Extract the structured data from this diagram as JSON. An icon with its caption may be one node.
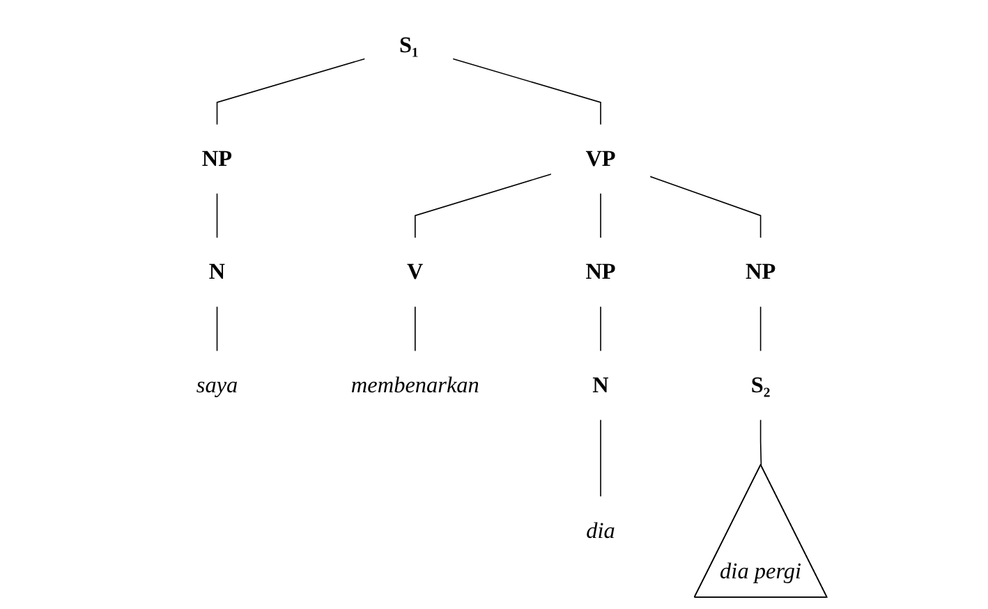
{
  "diagram": {
    "nodes": [
      {
        "text": [
          "S₁"
        ]
      },
      {
        "text": [
          "NP"
        ]
      },
      {
        "text": [
          "VP"
        ]
      },
      {
        "text": [
          "N"
        ]
      },
      {
        "text": [
          "V"
        ]
      },
      {
        "text": [
          "NP"
        ]
      },
      {
        "text": [
          "NP"
        ]
      },
      {
        "text": [
          "saya"
        ]
      },
      {
        "text": [
          "membenarkan"
        ]
      },
      {
        "text": [
          "N"
        ]
      },
      {
        "text": [
          "S₂"
        ]
      },
      {
        "text": [
          "dia"
        ]
      },
      {
        "text": [
          "dia pergi"
        ]
      }
    ],
    "edges": [
      {
        "from": 0,
        "to": 1,
        "arrow": "none"
      },
      {
        "from": 0,
        "to": 2,
        "arrow": "none"
      },
      {
        "from": 1,
        "to": 3,
        "arrow": "none"
      },
      {
        "from": 2,
        "to": 4,
        "arrow": "none"
      },
      {
        "from": 2,
        "to": 5,
        "arrow": "none"
      },
      {
        "from": 2,
        "to": 6,
        "arrow": "none"
      },
      {
        "from": 3,
        "to": 7,
        "arrow": "none"
      },
      {
        "from": 4,
        "to": 8,
        "arrow": "none"
      },
      {
        "from": 5,
        "to": 9,
        "arrow": "none"
      },
      {
        "from": 6,
        "to": 10,
        "arrow": "none"
      },
      {
        "from": 9,
        "to": 11,
        "arrow": "none"
      },
      {
        "from": 10,
        "to": 12,
        "arrow": "none"
      }
    ]
  }
}
